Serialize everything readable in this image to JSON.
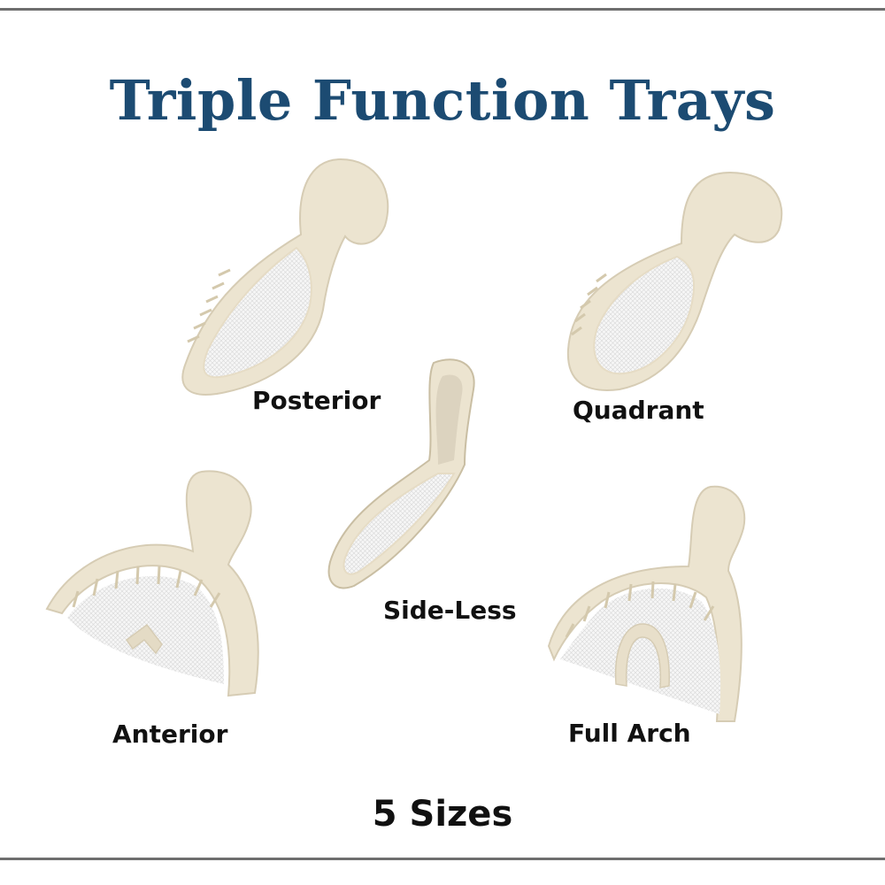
{
  "title": "Triple Function Trays",
  "trays": [
    {
      "id": "posterior",
      "label": "Posterior"
    },
    {
      "id": "quadrant",
      "label": "Quadrant"
    },
    {
      "id": "side-less",
      "label": "Side-Less"
    },
    {
      "id": "anterior",
      "label": "Anterior"
    },
    {
      "id": "full-arch",
      "label": "Full Arch"
    }
  ],
  "footer": "5 Sizes",
  "colors": {
    "title": "#1c4b72",
    "tray_plastic": "#ece4d0",
    "tray_shadow": "#d6ccb4",
    "mesh": "#f4f4f4"
  }
}
